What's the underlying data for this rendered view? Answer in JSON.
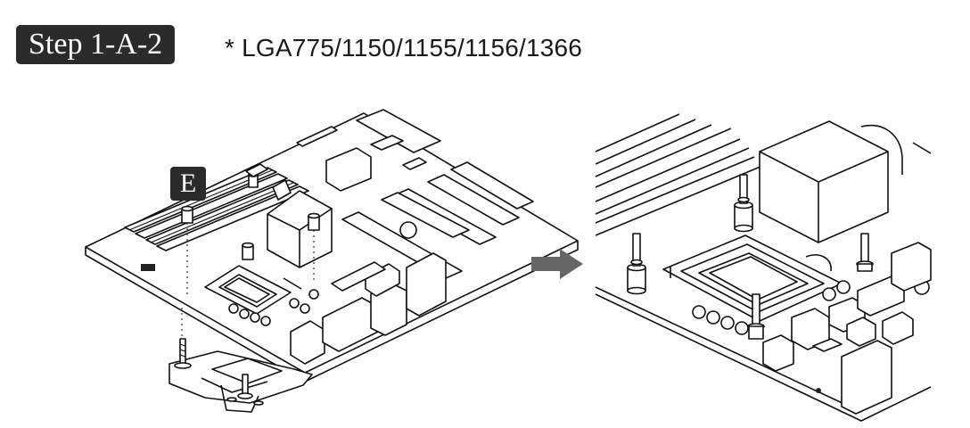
{
  "header": {
    "step_label": "Step 1-A-2",
    "socket_note": "* LGA775/1150/1155/1156/1366"
  },
  "diagram": {
    "part_label": "E"
  }
}
